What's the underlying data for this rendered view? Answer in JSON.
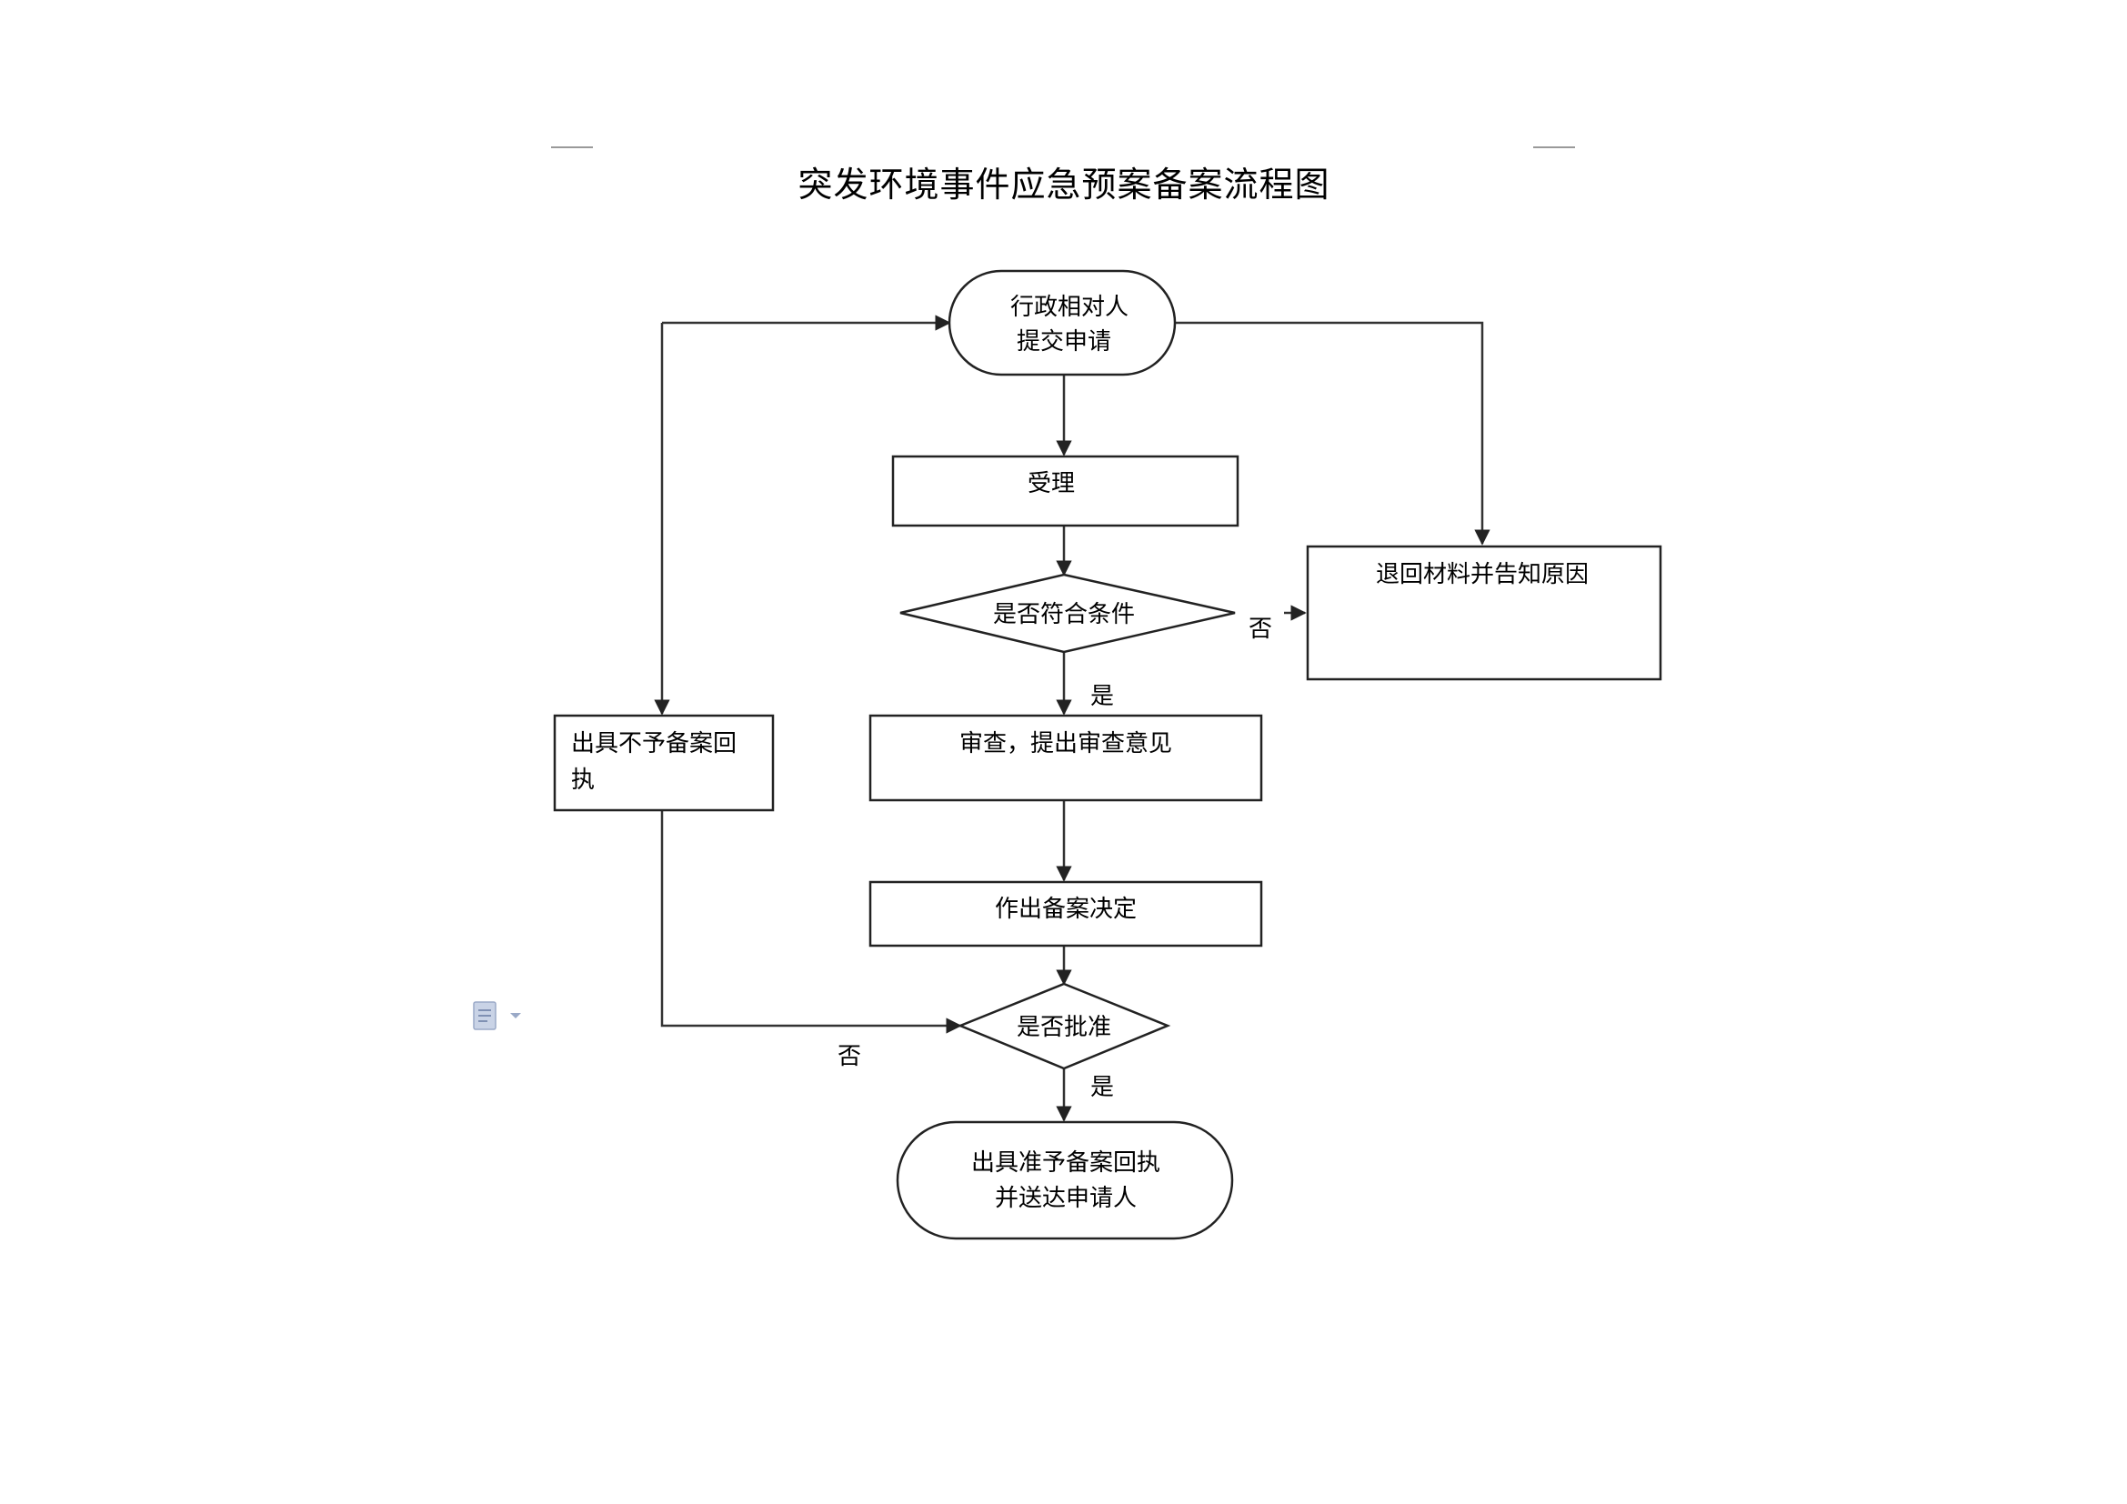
{
  "document": {
    "title": "突发环境事件应急预案备案流程图"
  },
  "nodes": {
    "start": {
      "line1": "行政相对人",
      "line2": "提交申请"
    },
    "accept": {
      "label": "受理"
    },
    "check_conditions": {
      "label": "是否符合条件"
    },
    "return_materials": {
      "label": "退回材料并告知原因"
    },
    "review": {
      "label": "审查，提出审查意见"
    },
    "decision": {
      "label": "作出备案决定"
    },
    "approved": {
      "label": "是否批准"
    },
    "reject_receipt": {
      "line1": "出具不予备案回",
      "line2": "执"
    },
    "end": {
      "line1": "出具准予备案回执",
      "line2": "并送达申请人"
    }
  },
  "edge_labels": {
    "conditions_no": "否",
    "conditions_yes": "是",
    "approved_no": "否",
    "approved_yes": "是"
  },
  "icons": {
    "doc_menu": "document-icon",
    "doc_menu_caret": "caret-down-icon"
  },
  "colors": {
    "stroke": "#222222",
    "connector": "#333333",
    "page_mark": "#999999",
    "icon": "#9aa9c7"
  }
}
